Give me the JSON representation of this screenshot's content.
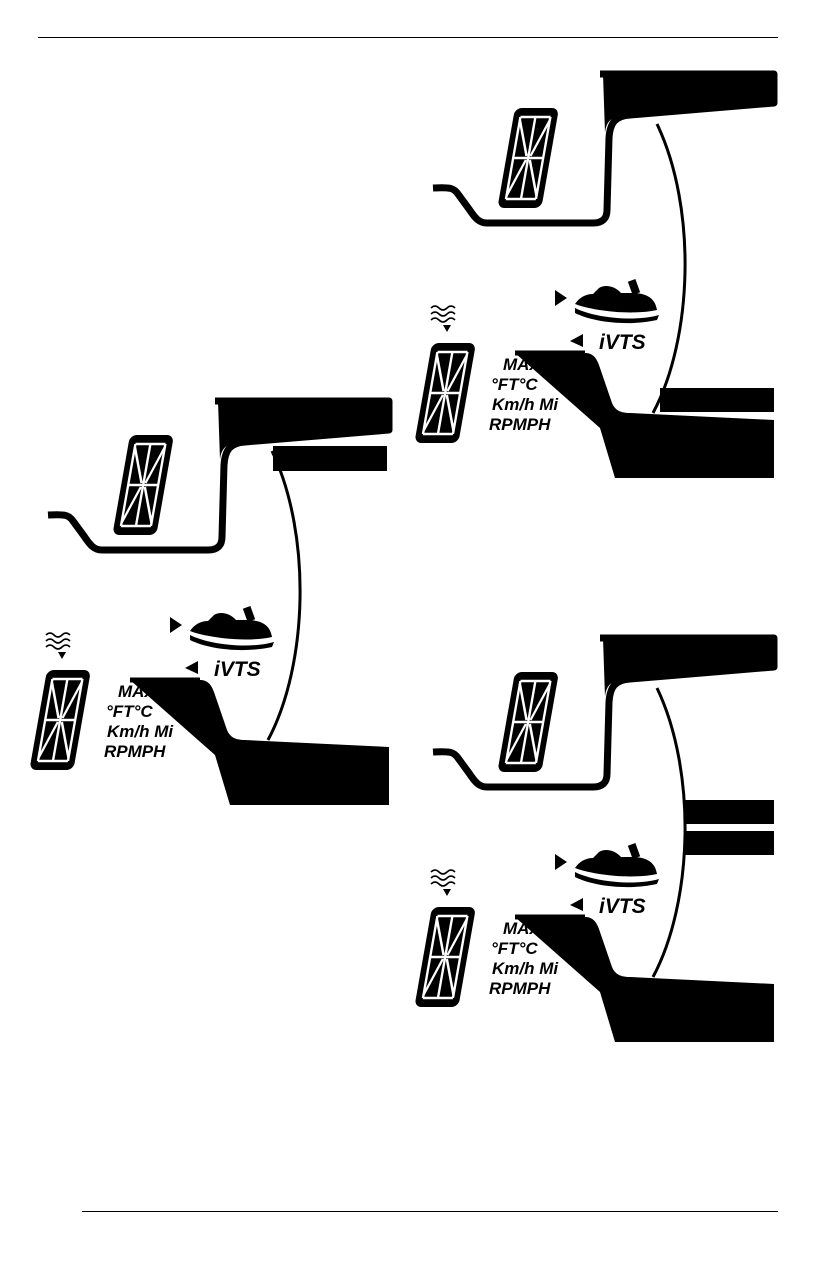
{
  "panels": [
    {
      "id": "panel-1",
      "labels": {
        "max": "MAX",
        "temp": "°FT°C",
        "speed": "Km/h Mi",
        "rpm": "RPMPH",
        "ivts": "iVTS"
      },
      "bars": 1
    },
    {
      "id": "panel-2",
      "labels": {
        "max": "MAX",
        "temp": "°FT°C",
        "speed": "Km/h Mi",
        "rpm": "RPMPH",
        "ivts": "iVTS"
      },
      "bars": 1
    },
    {
      "id": "panel-3",
      "labels": {
        "max": "MAX",
        "temp": "°FT°C",
        "speed": "Km/h Mi",
        "rpm": "RPMPH",
        "ivts": "iVTS"
      },
      "bars": 2
    }
  ]
}
